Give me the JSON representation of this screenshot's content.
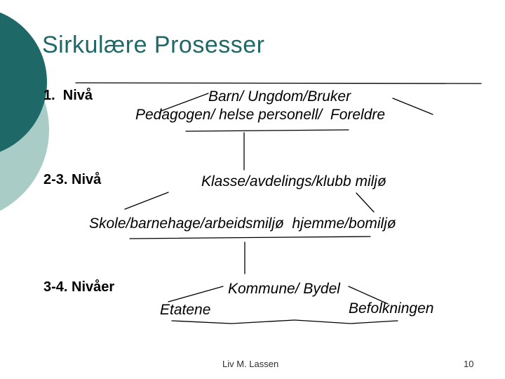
{
  "slide": {
    "title": "Sirkulære Prosesser",
    "level1": {
      "label": "1.  Nivå",
      "line1": "Barn/ Ungdom/Bruker",
      "line2": "Pedagogen/ helse personell/  Foreldre"
    },
    "level23": {
      "label": "2-3. Nivå",
      "line1": "Klasse/avdelings/klubb miljø",
      "line2": "Skole/barnehage/arbeidsmiljø  hjemme/bomiljø"
    },
    "level34": {
      "label": "3-4. Nivåer",
      "line1": "Kommune/ Bydel",
      "line2": "Etatene",
      "line3": "Befolkningen"
    },
    "footer": {
      "author": "Liv M. Lassen",
      "page_number": "10"
    }
  },
  "colors": {
    "accent_dark": "#1f6868",
    "accent_light": "#a9ccc7",
    "text_black": "#000000",
    "footer_gray": "#2e2e2e"
  }
}
